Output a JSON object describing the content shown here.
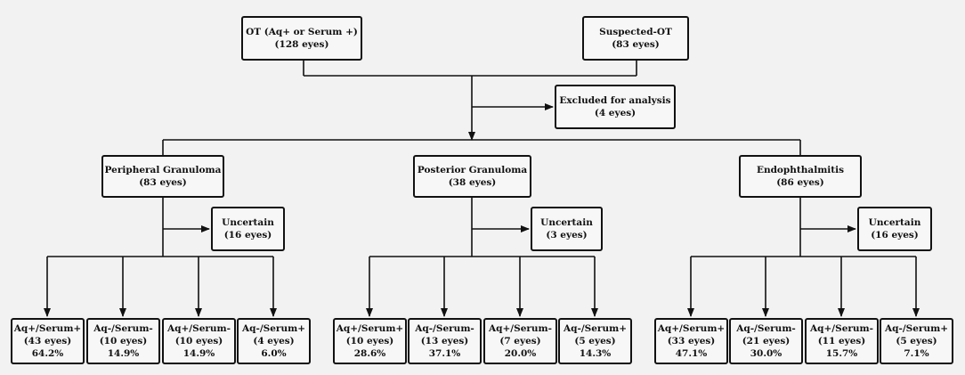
{
  "top": {
    "ot": {
      "line1": "OT (Aq+ or Serum +)",
      "line2": "(128 eyes)"
    },
    "suspected": {
      "line1": "Suspected-OT",
      "line2": "(83 eyes)"
    }
  },
  "excluded": {
    "line1": "Excluded for analysis",
    "line2": "(4 eyes)"
  },
  "groups": [
    {
      "title": "Peripheral Granuloma",
      "count": "(83 eyes)",
      "uncertain": {
        "label": "Uncertain",
        "count": "(16 eyes)"
      },
      "leaves": [
        {
          "label": "Aq+/Serum+",
          "count": "(43 eyes)",
          "pct": "64.2%"
        },
        {
          "label": "Aq-/Serum-",
          "count": "(10 eyes)",
          "pct": "14.9%"
        },
        {
          "label": "Aq+/Serum-",
          "count": "(10 eyes)",
          "pct": "14.9%"
        },
        {
          "label": "Aq-/Serum+",
          "count": "(4 eyes)",
          "pct": "6.0%"
        }
      ]
    },
    {
      "title": "Posterior Granuloma",
      "count": "(38 eyes)",
      "uncertain": {
        "label": "Uncertain",
        "count": "(3 eyes)"
      },
      "leaves": [
        {
          "label": "Aq+/Serum+",
          "count": "(10 eyes)",
          "pct": "28.6%"
        },
        {
          "label": "Aq-/Serum-",
          "count": "(13 eyes)",
          "pct": "37.1%"
        },
        {
          "label": "Aq+/Serum-",
          "count": "(7 eyes)",
          "pct": "20.0%"
        },
        {
          "label": "Aq-/Serum+",
          "count": "(5 eyes)",
          "pct": "14.3%"
        }
      ]
    },
    {
      "title": "Endophthalmitis",
      "count": "(86 eyes)",
      "uncertain": {
        "label": "Uncertain",
        "count": "(16 eyes)"
      },
      "leaves": [
        {
          "label": "Aq+/Serum+",
          "count": "(33 eyes)",
          "pct": "47.1%"
        },
        {
          "label": "Aq-/Serum-",
          "count": "(21 eyes)",
          "pct": "30.0%"
        },
        {
          "label": "Aq+/Serum-",
          "count": "(11 eyes)",
          "pct": "15.7%"
        },
        {
          "label": "Aq-/Serum+",
          "count": "(5 eyes)",
          "pct": "7.1%"
        }
      ]
    }
  ]
}
